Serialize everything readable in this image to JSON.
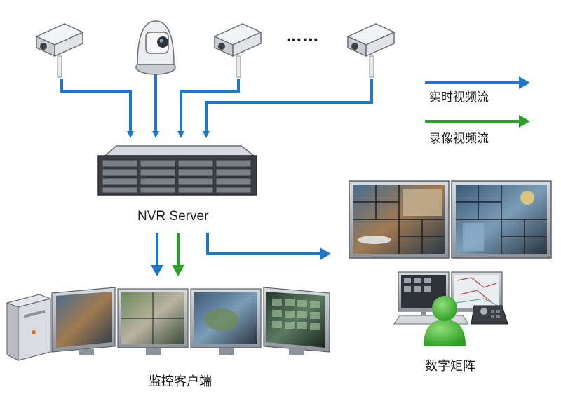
{
  "labels": {
    "nvr_server": "NVR Server",
    "monitoring_client": "监控客户端",
    "digital_matrix": "数字矩阵",
    "more_cameras": "……"
  },
  "legend": {
    "live_stream": "实时视频流",
    "recorded_stream": "录像视频流"
  },
  "colors": {
    "live_arrow": "#1f77c8",
    "recorded_arrow": "#2aa02a",
    "person_green": "#3cb82e"
  },
  "icons": {
    "camera": "ip-camera-icon",
    "ptz": "ptz-dome-camera-icon",
    "server": "rack-server-icon",
    "monitor": "monitor-icon",
    "tower": "pc-tower-icon",
    "person": "user-icon"
  }
}
